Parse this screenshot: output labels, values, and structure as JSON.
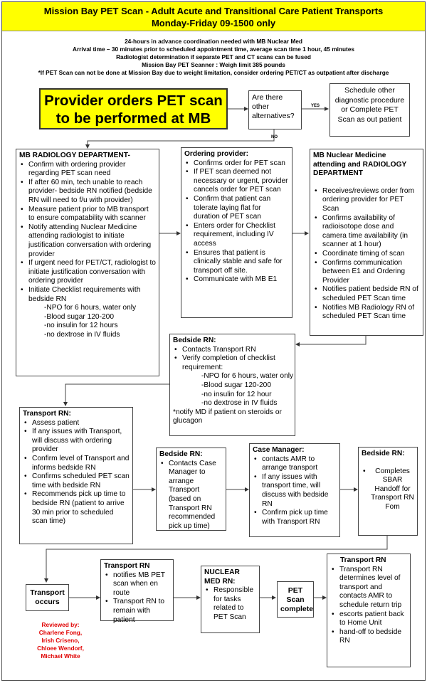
{
  "header": {
    "line1": "Mission Bay PET Scan  -  Adult Acute and Transitional Care Patient Transports",
    "line2": "Monday-Friday 09-1500 only"
  },
  "info": [
    "24-hours in advance coordination needed with MB Nuclear Med",
    "Arrival time – 30 minutes prior to scheduled appointment time, average scan time 1 hour, 45 minutes",
    "Radiologist determination if separate PET and CT scans can be fused",
    "Mission Bay PET Scanner :  Weigh limit 385 pounds",
    "*If PET Scan can not be done at Mission Bay due to weight limitation, consider ordering PET/CT as outpatient after discharge"
  ],
  "start": {
    "line1": "Provider orders PET scan",
    "line2": "to be performed at MB"
  },
  "decision": {
    "text": "Are there other alternatives?",
    "yes": "YES",
    "no": "NO"
  },
  "alternative": {
    "text": "Schedule other diagnostic procedure or Complete PET Scan as out patient"
  },
  "radiology": {
    "title": "MB RADIOLOGY DEPARTMENT-",
    "items": [
      "Confirm with ordering provider regarding PET scan need",
      "If after 60 min, tech unable to reach provider- bedside RN notified (bedside RN will need to f/u with provider)",
      "Measure patient prior to MB transport to ensure compatability with scanner",
      "Notify attending Nuclear Medicine attending radiologist to initiate justification conversation with ordering provider",
      "If urgent need for PET/CT, radiologist to initiate justification conversation with ordering provider",
      "Initiate Checklist requirements with bedside RN"
    ],
    "sub": [
      "-NPO for 6 hours, water only",
      "-Blood sugar 120-200",
      "-no insulin for 12 hours",
      "-no dextrose in IV fluids"
    ]
  },
  "ordering": {
    "title": "Ordering provider:",
    "items": [
      "Confirms order for PET scan",
      "If PET scan deemed not necessary or urgent, provider cancels order for PET scan",
      "Confirm that patient can tolerate laying flat for duration of PET scan",
      "Enters order for Checklist requirement, including IV access",
      "Ensures that patient is clinically stable and safe for transport off site.",
      "Communicate with MB  E1"
    ]
  },
  "nuclear_radiology": {
    "title": "MB Nuclear Medicine attending and RADIOLOGY DEPARTMENT",
    "items": [
      "Receives/reviews  order from ordering provider for PET Scan",
      "Confirms availability of radioisotope dose and camera time availability   (in scanner at 1 hour)",
      "Coordinate timing of scan",
      "Confirms communication between E1 and Ordering Provider",
      "Notifies patient bedside RN of scheduled PET Scan time",
      "Notifies MB Radiology RN of scheduled PET Scan time"
    ]
  },
  "bedside1": {
    "title": "Bedside RN:",
    "items": [
      "Contacts Transport RN",
      "Verify completion of checklist requirement:"
    ],
    "sub": [
      "-NPO for 6 hours, water only",
      "-Blood sugar 120-200",
      "-no insulin for 12 hour",
      "-no dextrose in IV fluids"
    ],
    "note": "*notify MD if patient on steroids or glucagon"
  },
  "transport1": {
    "title": "Transport RN:",
    "items": [
      "Assess patient",
      "If any issues with Transport, will discuss with ordering provider",
      "Confirm level of Transport and informs bedside RN",
      "Confirms scheduled PET scan time with bedside RN",
      "Recommends pick up time to bedside RN (patient to arrive 30 min prior to scheduled scan time)"
    ]
  },
  "bedside2": {
    "title": "Bedside RN:",
    "items": [
      "Contacts Case Manager to arrange Transport (based on Transport RN recommended pick up time)"
    ]
  },
  "case_manager": {
    "title": "Case Manager:",
    "items": [
      "contacts AMR to arrange transport",
      "If any issues with transport time, will discuss with bedside RN",
      "Confirm pick up time with Transport RN"
    ]
  },
  "bedside3": {
    "title": "Bedside RN:",
    "items": [
      "Completes SBAR Handoff for Transport RN Fom"
    ]
  },
  "transport_occurs": {
    "text": "Transport occurs"
  },
  "transport2": {
    "title": "Transport RN",
    "items": [
      "notifies MB PET scan when en route",
      "Transport RN to remain with patient"
    ]
  },
  "nuclear_rn": {
    "title": "NUCLEAR MED RN:",
    "items": [
      "Responsible for tasks related to PET Scan"
    ]
  },
  "complete": {
    "text": "PET Scan complete"
  },
  "transport3": {
    "title": "Transport RN",
    "items": [
      "Transport RN determines level of transport and contacts AMR to schedule return trip",
      "escorts patient back to Home Unit",
      "hand-off to bedside RN"
    ]
  },
  "reviewed": {
    "title": "Reviewed by:",
    "names": [
      "Charlene Fong,",
      "Irish Criseno,",
      "Chloee Wendorf,",
      "Michael White"
    ]
  }
}
